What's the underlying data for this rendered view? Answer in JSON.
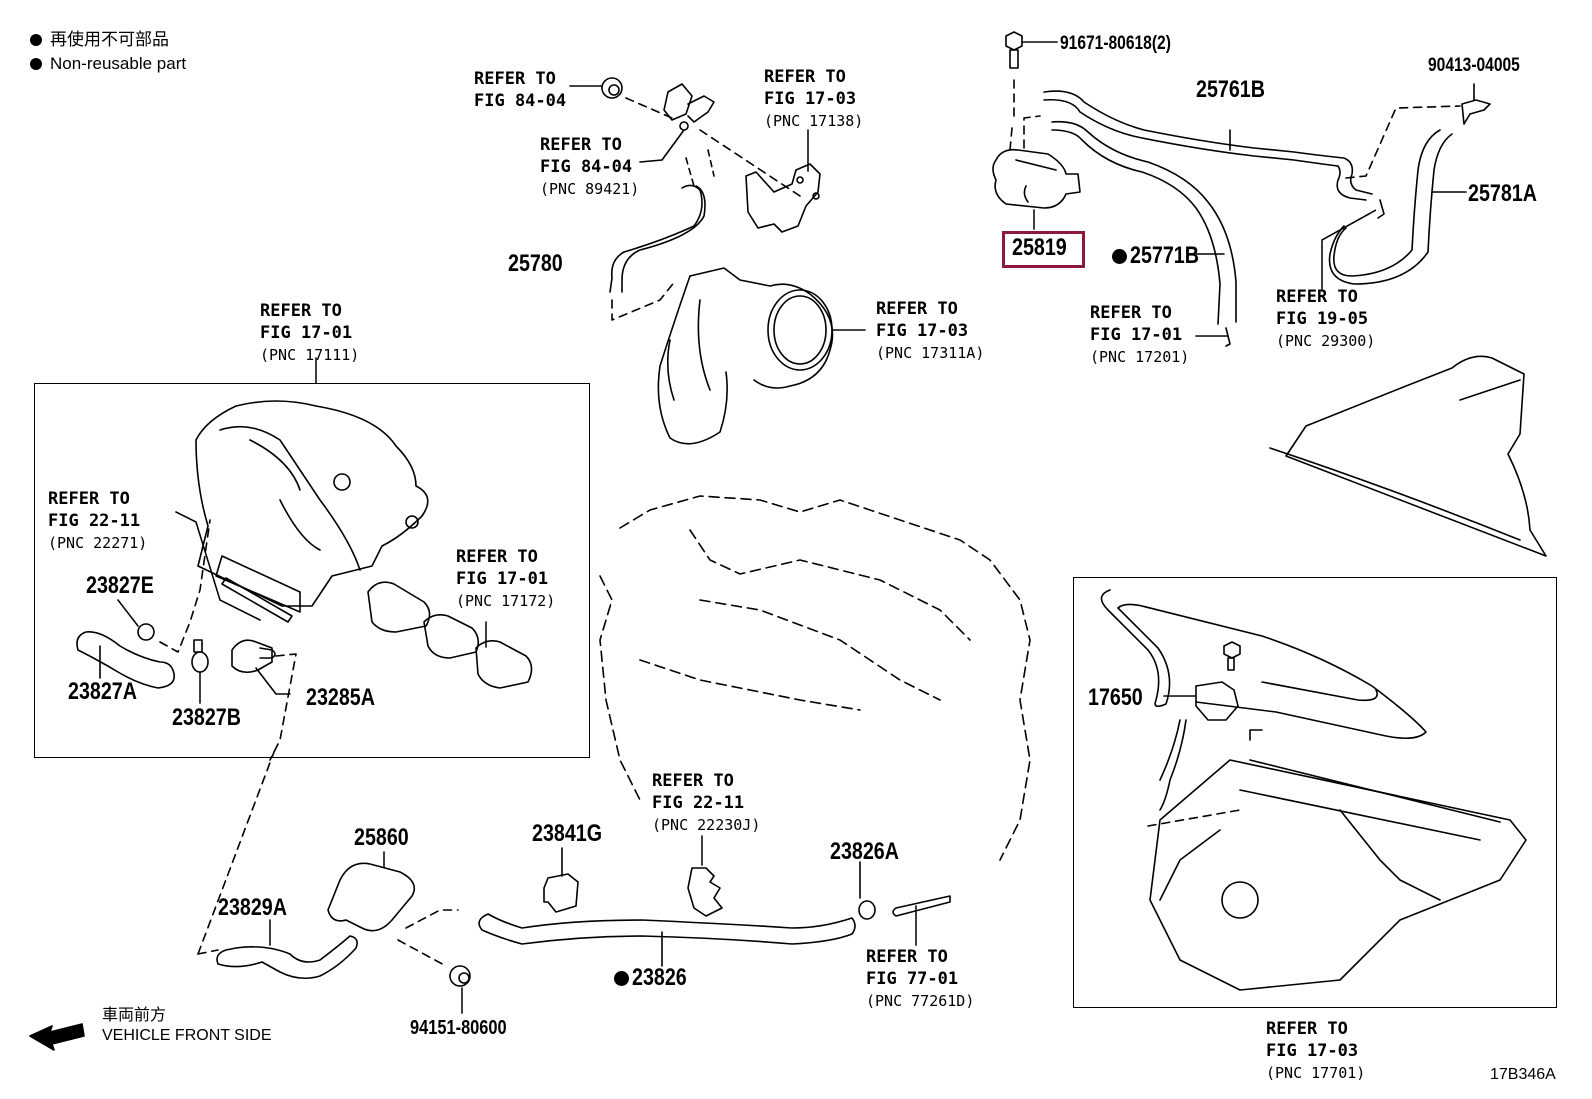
{
  "diagram": {
    "figure_id": "17B346A",
    "legend": {
      "line_jp": "再使用不可部品",
      "line_en": "Non-reusable part"
    },
    "vehicle_front": {
      "jp": "車両前方",
      "en": "VEHICLE FRONT SIDE"
    },
    "highlight_color": "#8c1a3a",
    "highlighted_part": "25819",
    "part_numbers": [
      {
        "id": "p91671",
        "text": "91671-80618(2)",
        "non_reusable": false
      },
      {
        "id": "p90413",
        "text": "90413-04005",
        "non_reusable": false
      },
      {
        "id": "p25761B",
        "text": "25761B",
        "non_reusable": false
      },
      {
        "id": "p25781A",
        "text": "25781A",
        "non_reusable": false
      },
      {
        "id": "p25819",
        "text": "25819",
        "non_reusable": false,
        "highlighted": true
      },
      {
        "id": "p25771B",
        "text": "25771B",
        "non_reusable": true
      },
      {
        "id": "p25780",
        "text": "25780",
        "non_reusable": false
      },
      {
        "id": "p23827E",
        "text": "23827E",
        "non_reusable": false
      },
      {
        "id": "p23827A",
        "text": "23827A",
        "non_reusable": false
      },
      {
        "id": "p23827B",
        "text": "23827B",
        "non_reusable": false
      },
      {
        "id": "p23285A",
        "text": "23285A",
        "non_reusable": false
      },
      {
        "id": "p17650",
        "text": "17650",
        "non_reusable": false
      },
      {
        "id": "p25860",
        "text": "25860",
        "non_reusable": false
      },
      {
        "id": "p23841G",
        "text": "23841G",
        "non_reusable": false
      },
      {
        "id": "p23826A",
        "text": "23826A",
        "non_reusable": false
      },
      {
        "id": "p23829A",
        "text": "23829A",
        "non_reusable": false
      },
      {
        "id": "p23826",
        "text": "23826",
        "non_reusable": true
      },
      {
        "id": "p94151",
        "text": "94151-80600",
        "non_reusable": false
      }
    ],
    "references": [
      {
        "id": "r1",
        "line1": "REFER TO",
        "line2": "FIG 84-04",
        "pnc": ""
      },
      {
        "id": "r2",
        "line1": "REFER TO",
        "line2": "FIG 84-04",
        "pnc": "(PNC 89421)"
      },
      {
        "id": "r3",
        "line1": "REFER TO",
        "line2": "FIG 17-03",
        "pnc": "(PNC 17138)"
      },
      {
        "id": "r4",
        "line1": "REFER TO",
        "line2": "FIG 17-01",
        "pnc": "(PNC 17111)"
      },
      {
        "id": "r5",
        "line1": "REFER TO",
        "line2": "FIG 17-03",
        "pnc": "(PNC 17311A)"
      },
      {
        "id": "r6",
        "line1": "REFER TO",
        "line2": "FIG 17-01",
        "pnc": "(PNC 17201)"
      },
      {
        "id": "r7",
        "line1": "REFER TO",
        "line2": "FIG 19-05",
        "pnc": "(PNC 29300)"
      },
      {
        "id": "r8",
        "line1": "REFER TO",
        "line2": "FIG 22-11",
        "pnc": "(PNC 22271)"
      },
      {
        "id": "r9",
        "line1": "REFER TO",
        "line2": "FIG 17-01",
        "pnc": "(PNC 17172)"
      },
      {
        "id": "r10",
        "line1": "REFER TO",
        "line2": "FIG 22-11",
        "pnc": "(PNC 22230J)"
      },
      {
        "id": "r11",
        "line1": "REFER TO",
        "line2": "FIG 77-01",
        "pnc": "(PNC 77261D)"
      },
      {
        "id": "r12",
        "line1": "REFER TO",
        "line2": "FIG 17-03",
        "pnc": "(PNC 17701)"
      }
    ]
  }
}
